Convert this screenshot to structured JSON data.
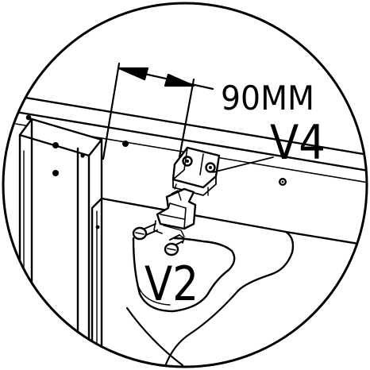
{
  "diagram": {
    "dimension_label": "90MM",
    "part_labels": {
      "upper_bracket": "V4",
      "lower_bracket": "V2"
    }
  },
  "colors": {
    "line": "#000000",
    "background": "#ffffff"
  }
}
